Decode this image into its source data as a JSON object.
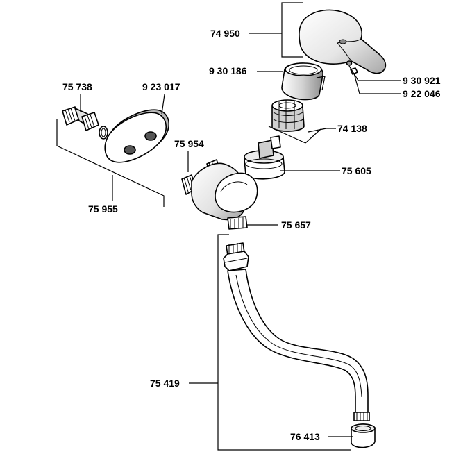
{
  "parts": {
    "lever_handle": "74 950",
    "handle_screw_cap": "9 30 921",
    "handle_screw": "9 22 046",
    "cover_sleeve": "9 30 186",
    "cartridge_assembly": "74 138",
    "cartridge": "75 605",
    "s_union": "75 738",
    "escutcheon": "9 23 017",
    "mixer_body": "75 954",
    "union_set": "75 955",
    "spout_connector": "75 657",
    "spout": "75 419",
    "aerator": "76 413"
  },
  "colors": {
    "line": "#000000",
    "part_fill": "#ffffff",
    "part_shade": "#b5b5b5",
    "shade_light": "#dcdcdc"
  }
}
